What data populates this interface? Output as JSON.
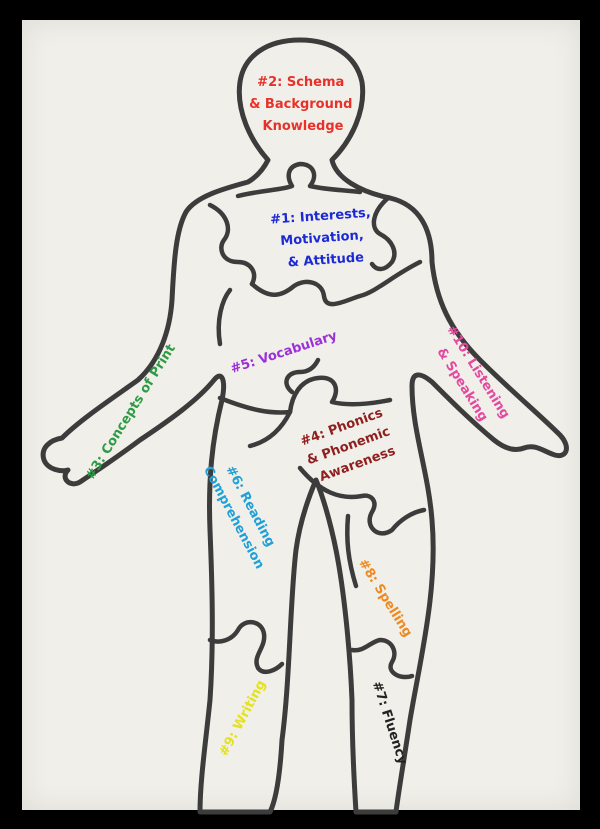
{
  "pieces": [
    {
      "id": "schema",
      "lines": [
        "#2: Schema",
        "& Background",
        "Knowledge"
      ],
      "color": "#e8312a"
    },
    {
      "id": "interests",
      "lines": [
        "#1: Interests,",
        "Motivation,",
        "& Attitude"
      ],
      "color": "#1c2ad6"
    },
    {
      "id": "vocabulary",
      "lines": [
        "#5: Vocabulary"
      ],
      "color": "#9b2fd8"
    },
    {
      "id": "listening",
      "lines": [
        "#10: Listening",
        "& Speaking"
      ],
      "color": "#e4489f"
    },
    {
      "id": "concepts",
      "lines": [
        "#3: Concepts of Print"
      ],
      "color": "#2f9a45"
    },
    {
      "id": "phonics",
      "lines": [
        "#4: Phonics",
        "& Phonemic",
        "Awareness"
      ],
      "color": "#8f1f1f"
    },
    {
      "id": "reading",
      "lines": [
        "#6: Reading",
        "Comprehension"
      ],
      "color": "#1fa0d8"
    },
    {
      "id": "spelling",
      "lines": [
        "#8: Spelling"
      ],
      "color": "#ee8a22"
    },
    {
      "id": "writing",
      "lines": [
        "#9: Writing"
      ],
      "color": "#e3e21c"
    },
    {
      "id": "fluency",
      "lines": [
        "#7: Fluency"
      ],
      "color": "#222222"
    }
  ]
}
